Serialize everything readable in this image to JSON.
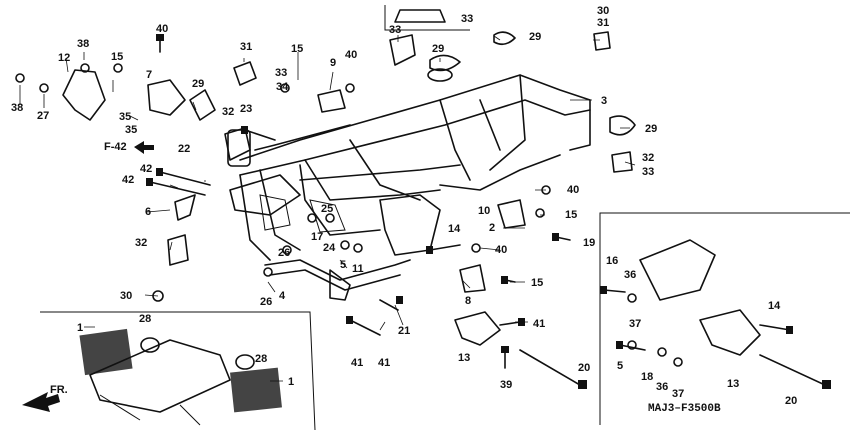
{
  "diagram": {
    "reference_code": "MAJ3–F3500B",
    "front_marker": "FR.",
    "ref_marker": "F-42",
    "callouts": [
      "1",
      "2",
      "3",
      "4",
      "5",
      "6",
      "7",
      "8",
      "9",
      "10",
      "11",
      "12",
      "13",
      "14",
      "15",
      "16",
      "17",
      "18",
      "19",
      "20",
      "21",
      "22",
      "23",
      "24",
      "25",
      "26",
      "27",
      "28",
      "29",
      "30",
      "31",
      "32",
      "33",
      "34",
      "35",
      "36",
      "37",
      "38",
      "39",
      "40",
      "41",
      "42"
    ]
  },
  "colors": {
    "ink": "#111111",
    "background": "#ffffff"
  }
}
